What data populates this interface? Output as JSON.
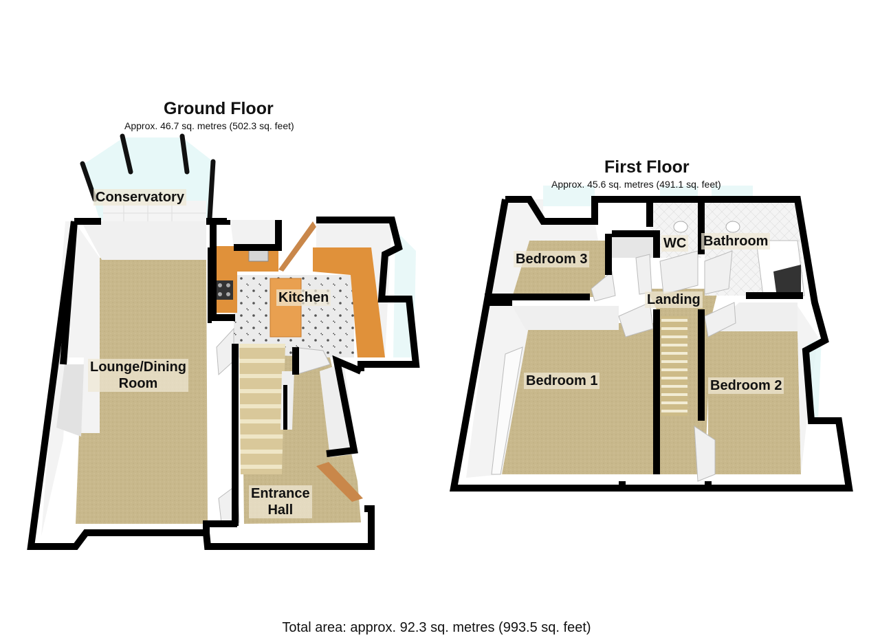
{
  "ground_floor": {
    "title": "Ground Floor",
    "area": "Approx. 46.7 sq. metres (502.3 sq. feet)",
    "rooms": {
      "conservatory": "Conservatory",
      "kitchen": "Kitchen",
      "lounge_dining": "Lounge/Dining\nRoom",
      "entrance_hall": "Entrance\nHall"
    }
  },
  "first_floor": {
    "title": "First Floor",
    "area": "Approx. 45.6 sq. metres (491.1 sq. feet)",
    "rooms": {
      "bedroom_3": "Bedroom 3",
      "wc": "WC",
      "bathroom": "Bathroom",
      "landing": "Landing",
      "bedroom_1": "Bedroom 1",
      "bedroom_2": "Bedroom 2"
    }
  },
  "total_area": "Total area: approx. 92.3 sq. metres (993.5 sq. feet)",
  "colors": {
    "wall": "#000000",
    "carpet": "#c8b88c",
    "inner_wall": "#f2f2f2",
    "worktop": "#e0913a",
    "tile": "#e9e9e9",
    "glazing": "#d8f3f3",
    "door": "#c9874a"
  }
}
